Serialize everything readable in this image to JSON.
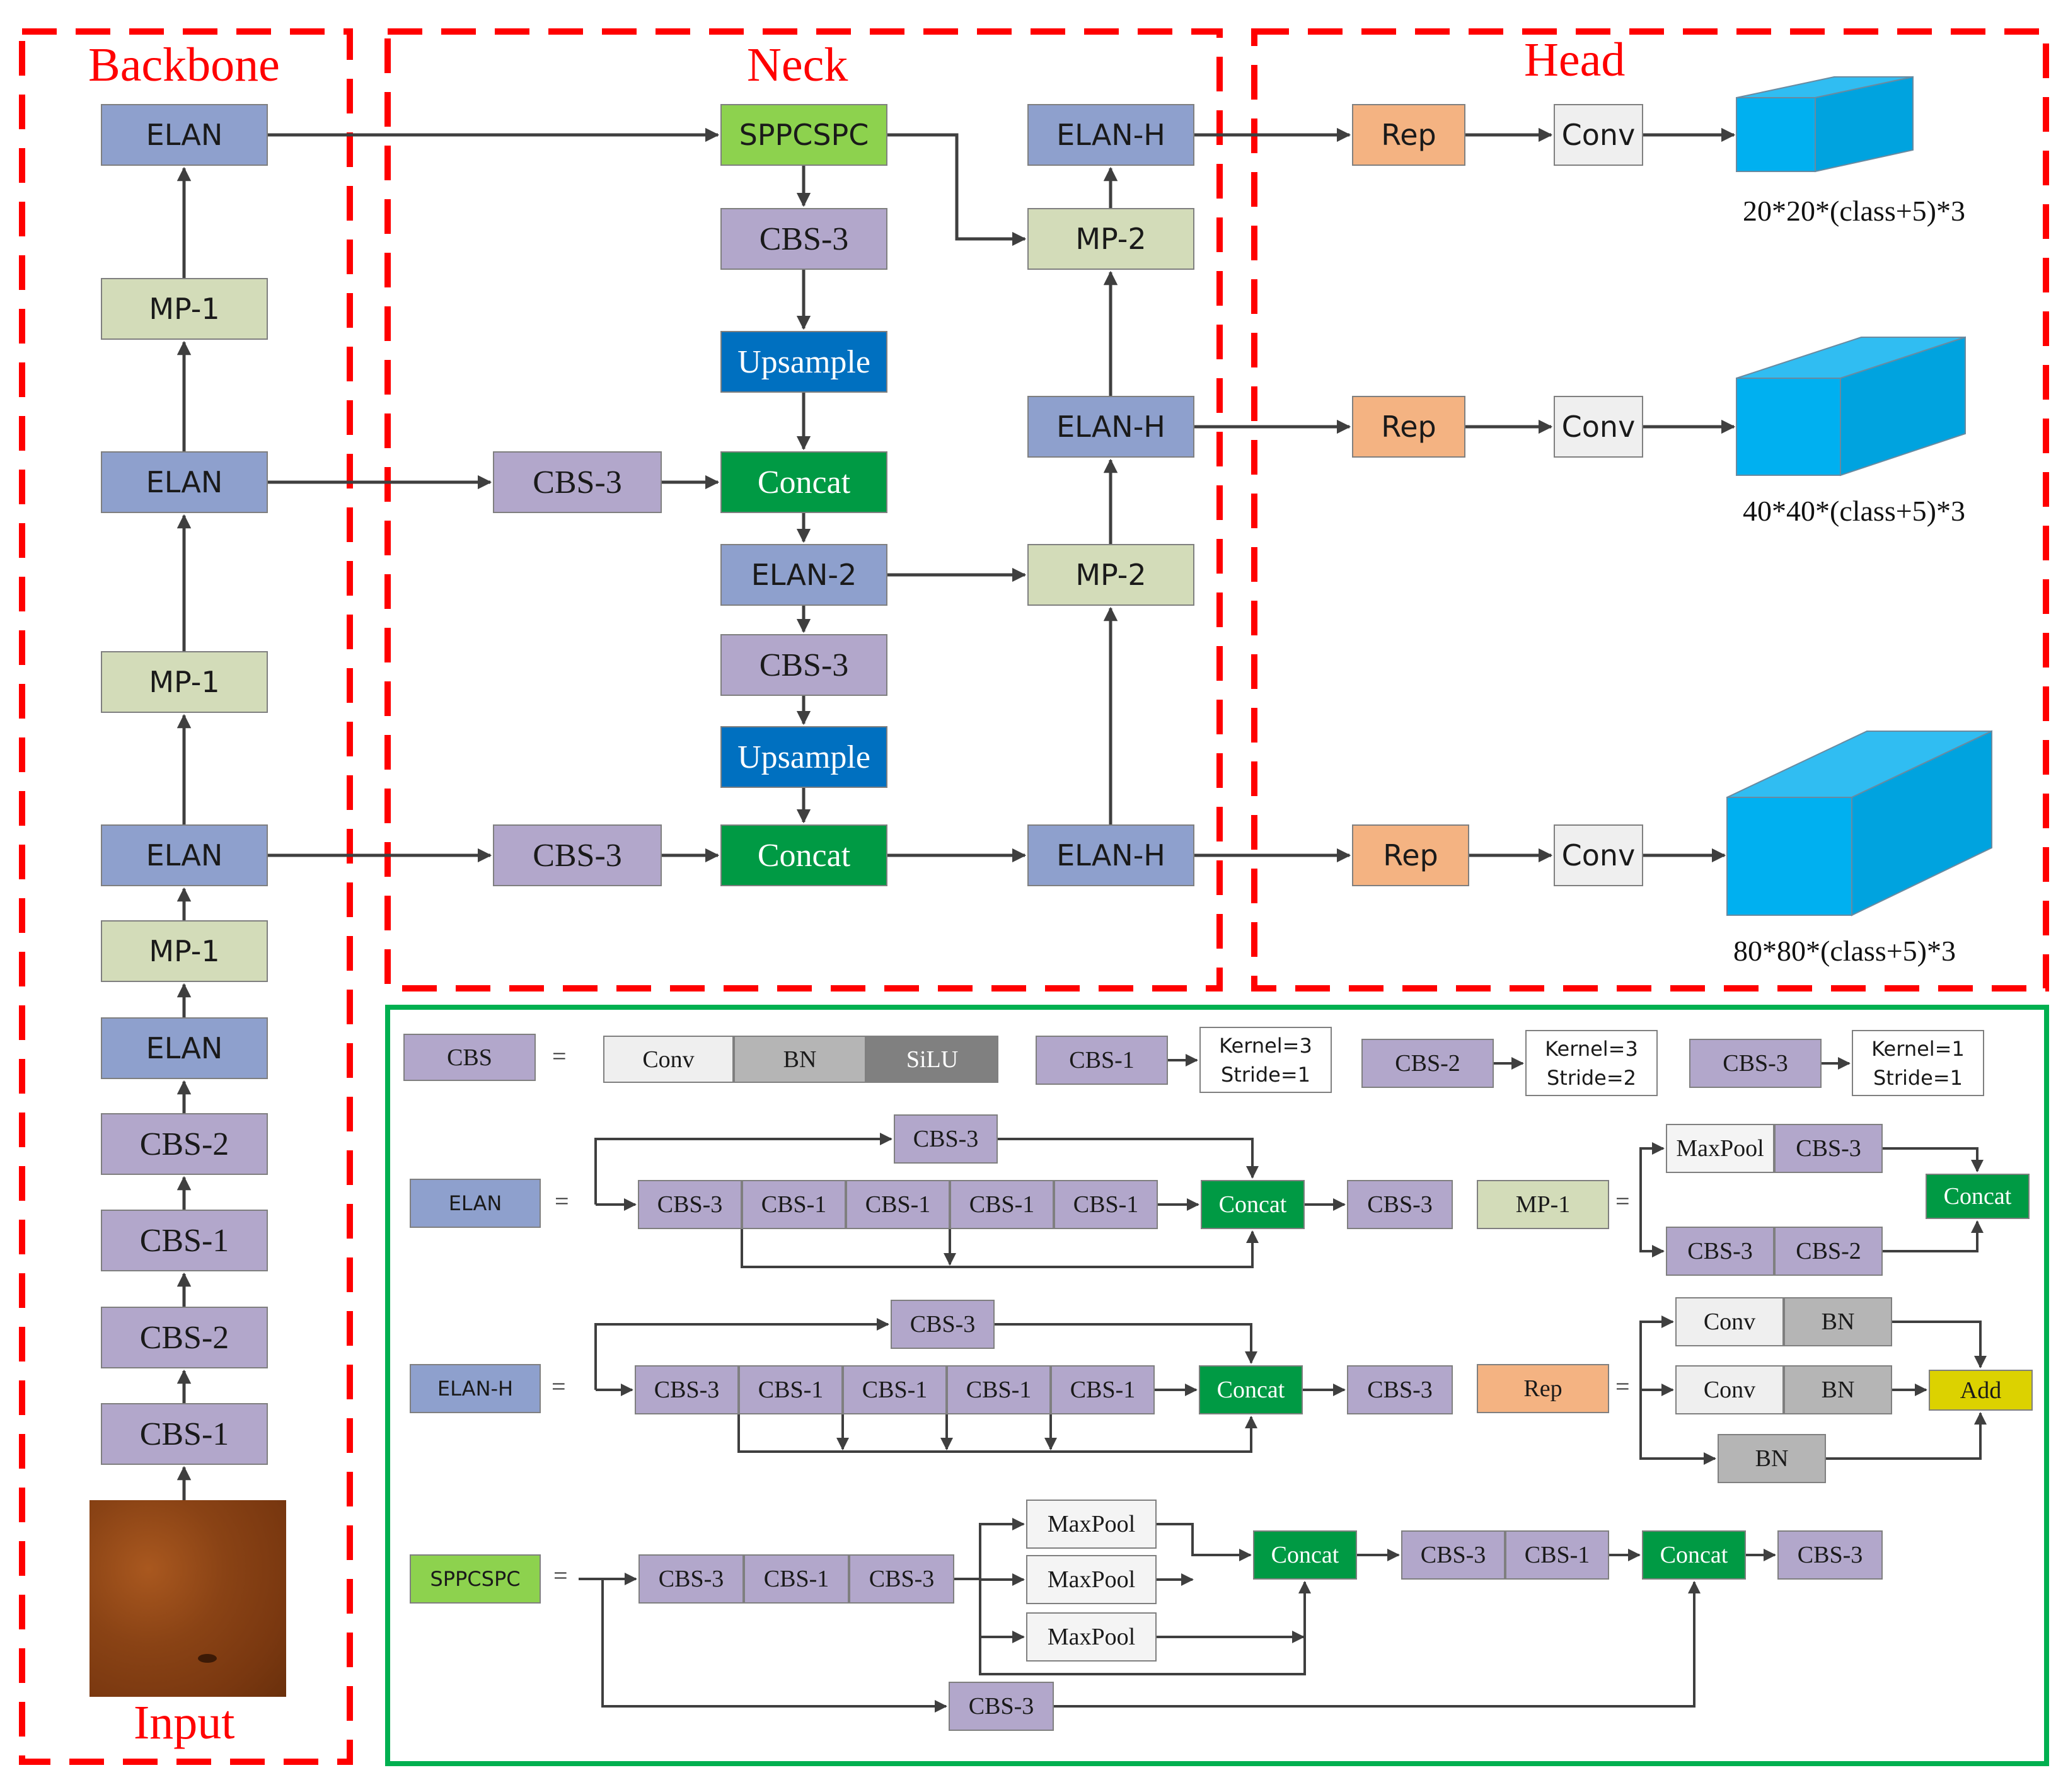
{
  "sections": {
    "backbone": "Backbone",
    "neck": "Neck",
    "head": "Head",
    "input": "Input"
  },
  "backbone_blocks": [
    "ELAN",
    "MP-1",
    "ELAN",
    "MP-1",
    "ELAN",
    "MP-1",
    "ELAN",
    "CBS-2",
    "CBS-1",
    "CBS-2",
    "CBS-1"
  ],
  "neck_blocks": {
    "sppcspc": "SPPCSPC",
    "cbs3": "CBS-3",
    "upsample": "Upsample",
    "concat": "Concat",
    "elan2": "ELAN-2",
    "elanh": "ELAN-H",
    "mp2": "MP-2"
  },
  "head_blocks": {
    "rep": "Rep",
    "conv": "Conv",
    "outputs": [
      "20*20*(class+5)*3",
      "40*40*(class+5)*3",
      "80*80*(class+5)*3"
    ]
  },
  "legend": {
    "eq": "=",
    "cbs": {
      "label": "CBS",
      "parts": [
        "Conv",
        "BN",
        "SiLU"
      ]
    },
    "cbs1": {
      "label": "CBS-1",
      "kernel": "Kernel=3",
      "stride": "Stride=1"
    },
    "cbs2": {
      "label": "CBS-2",
      "kernel": "Kernel=3",
      "stride": "Stride=2"
    },
    "cbs3": {
      "label": "CBS-3",
      "kernel": "Kernel=1",
      "stride": "Stride=1"
    },
    "elan": {
      "label": "ELAN",
      "chain": [
        "CBS-3",
        "CBS-1",
        "CBS-1",
        "CBS-1",
        "CBS-1"
      ],
      "branch": "CBS-3",
      "concat": "Concat",
      "out": "CBS-3"
    },
    "elanh": {
      "label": "ELAN-H",
      "chain": [
        "CBS-3",
        "CBS-1",
        "CBS-1",
        "CBS-1",
        "CBS-1"
      ],
      "branch": "CBS-3",
      "concat": "Concat",
      "out": "CBS-3"
    },
    "mp1": {
      "label": "MP-1",
      "top": [
        "MaxPool",
        "CBS-3"
      ],
      "bottom": [
        "CBS-3",
        "CBS-2"
      ],
      "concat": "Concat"
    },
    "rep": {
      "label": "Rep",
      "row1": [
        "Conv",
        "BN"
      ],
      "row2": [
        "Conv",
        "BN"
      ],
      "bn": "BN",
      "add": "Add"
    },
    "sppcspc": {
      "label": "SPPCSPC",
      "chain": [
        "CBS-3",
        "CBS-1",
        "CBS-3"
      ],
      "maxpool": "MaxPool",
      "concat": "Concat",
      "chain2": [
        "CBS-3",
        "CBS-1"
      ],
      "branch": "CBS-3",
      "out": "CBS-3"
    }
  },
  "colors": {
    "section_border": "#ff0000",
    "legend_border": "#00b050",
    "arrow": "#3f3f3f"
  }
}
